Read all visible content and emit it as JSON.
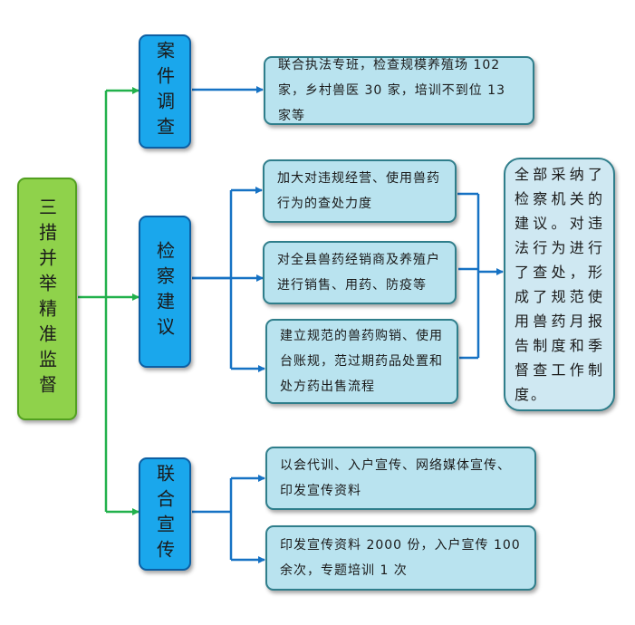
{
  "colors": {
    "root_fill": "#8fd24b",
    "root_border": "#52a020",
    "category_fill": "#1aa7ec",
    "category_border": "#0d5fa3",
    "detail_fill": "#b9e3ef",
    "detail_border": "#2f7e8b",
    "result_fill": "#cfe8f2",
    "result_border": "#2f7e8b",
    "green_connector": "#22b14c",
    "blue_connector": "#1672c4"
  },
  "root": {
    "label": "三措并举精准监督"
  },
  "categories": [
    {
      "label": "案件调查"
    },
    {
      "label": "检察建议"
    },
    {
      "label": "联合宣传"
    }
  ],
  "details": {
    "case_investigation": [
      "联合执法专班，检查规模养殖场 102 家，乡村兽医 30 家，培训不到位 13 家等"
    ],
    "procuratorial_suggestion": [
      "加大对违规经营、使用兽药行为的查处力度",
      "对全县兽药经销商及养殖户进行销售、用药、防疫等",
      "建立规范的兽药购销、使用台账规，范过期药品处置和处方药出售流程"
    ],
    "joint_publicity": [
      "以会代训、入户宣传、网络媒体宣传、印发宣传资料",
      "印发宣传资料 2000 份，入户宣传 100 余次，专题培训 1 次"
    ]
  },
  "result": {
    "text": "全部采纳了检察机关的建议。对违法行为进行了查处，形成了规范使用兽药月报告制度和季督查工作制度。"
  }
}
